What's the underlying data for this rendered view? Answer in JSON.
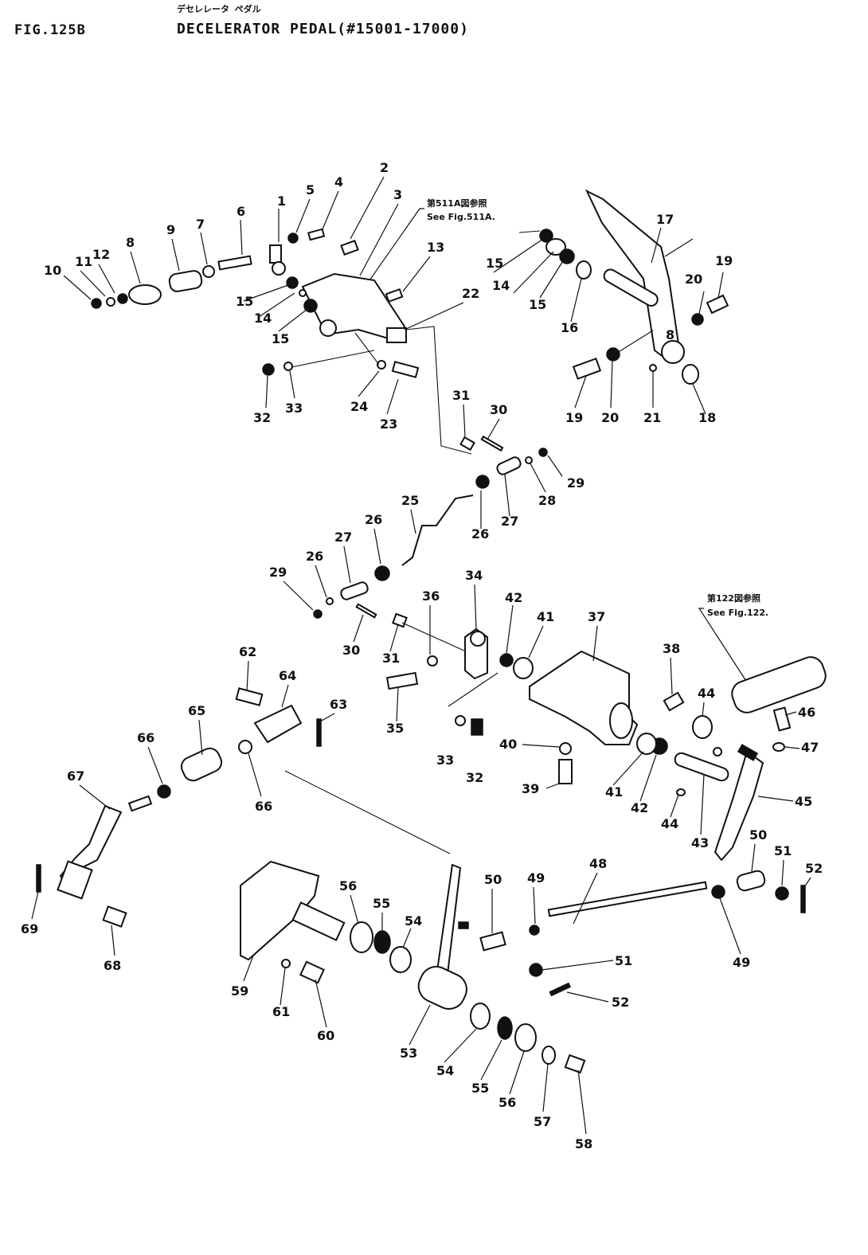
{
  "header": {
    "figure_number": "FIG.125B",
    "title": "DECELERATOR PEDAL(#15001-17000)",
    "title_jp": "デセレレータ ペダル"
  },
  "callouts": {
    "ref_511a_jp": "第511A図参照",
    "ref_511a": "See Fig.511A.",
    "ref_122_jp": "第122図参照",
    "ref_122": "See Fig.122."
  },
  "labels": {
    "l1": "1",
    "l2": "2",
    "l3": "3",
    "l4": "4",
    "l5": "5",
    "l6": "6",
    "l7": "7",
    "l8a": "8",
    "l8b": "8",
    "l9": "9",
    "l10": "10",
    "l11": "11",
    "l12": "12",
    "l13": "13",
    "l14a": "14",
    "l14b": "14",
    "l15a": "15",
    "l15b": "15",
    "l15c": "15",
    "l15d": "15",
    "l16": "16",
    "l17": "17",
    "l18": "18",
    "l19a": "19",
    "l19b": "19",
    "l20a": "20",
    "l20b": "20",
    "l21": "21",
    "l22": "22",
    "l23": "23",
    "l24": "24",
    "l25": "25",
    "l26a": "26",
    "l26b": "26",
    "l26c": "26",
    "l27a": "27",
    "l27b": "27",
    "l28": "28",
    "l29a": "29",
    "l29b": "29",
    "l30a": "30",
    "l30b": "30",
    "l31a": "31",
    "l31b": "31",
    "l32a": "32",
    "l32b": "32",
    "l33a": "33",
    "l33b": "33",
    "l34": "34",
    "l35": "35",
    "l36": "36",
    "l37": "37",
    "l38": "38",
    "l39": "39",
    "l40": "40",
    "l41a": "41",
    "l41b": "41",
    "l42a": "42",
    "l42b": "42",
    "l43": "43",
    "l44a": "44",
    "l44b": "44",
    "l45": "45",
    "l46": "46",
    "l47": "47",
    "l48": "48",
    "l49a": "49",
    "l49b": "49",
    "l50a": "50",
    "l50b": "50",
    "l51a": "51",
    "l51b": "51",
    "l52a": "52",
    "l52b": "52",
    "l53": "53",
    "l54a": "54",
    "l54b": "54",
    "l55a": "55",
    "l55b": "55",
    "l56a": "56",
    "l56b": "56",
    "l57": "57",
    "l58": "58",
    "l59": "59",
    "l60": "60",
    "l61": "61",
    "l62": "62",
    "l63": "63",
    "l64": "64",
    "l65": "65",
    "l66a": "66",
    "l66b": "66",
    "l67": "67",
    "l68": "68",
    "l69": "69"
  }
}
